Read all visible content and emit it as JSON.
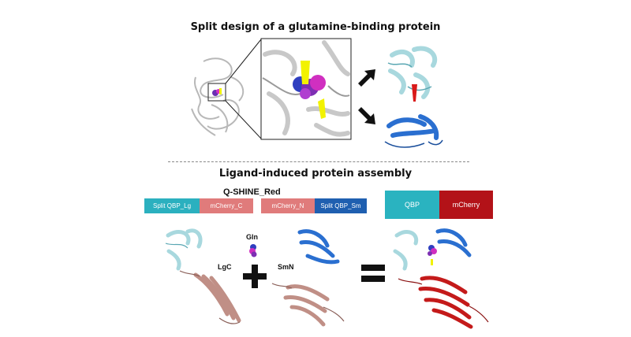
{
  "top": {
    "title": "Split design of a glutamine-binding protein"
  },
  "bottom": {
    "title": "Ligand-induced protein assembly"
  },
  "construct": {
    "name": "Q-SHINE_Red",
    "lgc_segments": [
      "Split QBP_Lg",
      "mCherry_C"
    ],
    "smn_segments": [
      "mCherry_N",
      "Split QBP_Sm"
    ]
  },
  "assembled": {
    "segments": [
      "QBP",
      "mCherry"
    ]
  },
  "labels": {
    "ligand": "Gln",
    "lgc": "LgC",
    "smn": "SmN"
  },
  "colors": {
    "qbp_teal": "#2bb0bf",
    "mcherry_c_pink": "#e07b7b",
    "mcherry_n_pink": "#e07b7b",
    "qbp_sm_blue": "#1f5fb0",
    "assembled_qbp": "#2ab3c0",
    "assembled_mcherry": "#b31218",
    "large_fragment": "#a8d8de",
    "small_fragment": "#2a6fd0",
    "mcherry_ribbon": "#c08f86",
    "assembled_red": "#c41a1a",
    "highlight_yellow": "#f2f200"
  }
}
